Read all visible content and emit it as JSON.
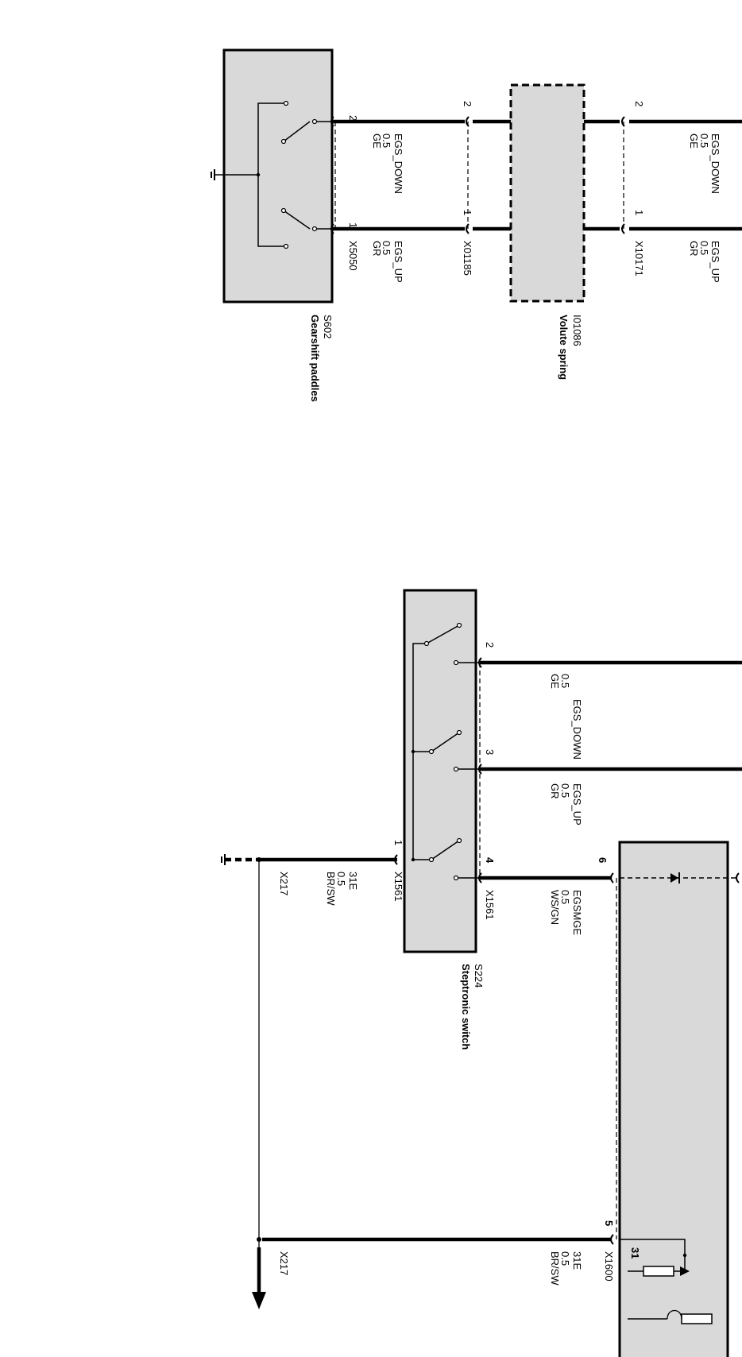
{
  "components": {
    "s602": {
      "id": "S602",
      "name": "Gearshift paddles"
    },
    "i01086": {
      "id": "I01086",
      "name": "Volute spring"
    },
    "s224": {
      "id": "S224",
      "name": "Steptronic switch"
    }
  },
  "connectors": {
    "x5050": "X5050",
    "x01185": "X01185",
    "x10171": "X10171",
    "x1561_a": "X1561",
    "x1561_b": "X1561",
    "x1600": "X1600",
    "x217_a": "X217",
    "x217_b": "X217"
  },
  "pins": {
    "p_s602_2": "2",
    "p_s602_1": "1",
    "p_x01185_2": "2",
    "p_x01185_1": "1",
    "p_x10171_2": "2",
    "p_x10171_1": "1",
    "p_s224_2": "2",
    "p_s224_3": "3",
    "p_s224_4": "4",
    "p_s224_1": "1",
    "p_box_6": "6",
    "p_box_5": "5",
    "p_box_31": "31"
  },
  "wires": {
    "w1_down": {
      "signal": "EGS_DOWN",
      "size": "0.5",
      "color": "GE"
    },
    "w1_up": {
      "signal": "EGS_UP",
      "size": "0.5",
      "color": "GR"
    },
    "w2_down": {
      "signal": "EGS_DOWN",
      "size": "0.5",
      "color": "GE"
    },
    "w2_up": {
      "signal": "EGS_UP",
      "size": "0.5",
      "color": "GR"
    },
    "w3_down": {
      "signal": "EGS_DOWN",
      "size": "0.5",
      "color": "GE"
    },
    "w3_up": {
      "signal": "EGS_UP",
      "size": "0.5",
      "color": "GR"
    },
    "w3_egsmge": {
      "signal": "EGSMGE",
      "size": "0.5",
      "color": "WS/GN"
    },
    "w3_gnd": {
      "signal": "31E",
      "size": "0.5",
      "color": "BR/SW"
    },
    "w4_gnd": {
      "signal": "31E",
      "size": "0.5",
      "color": "BR/SW"
    }
  }
}
